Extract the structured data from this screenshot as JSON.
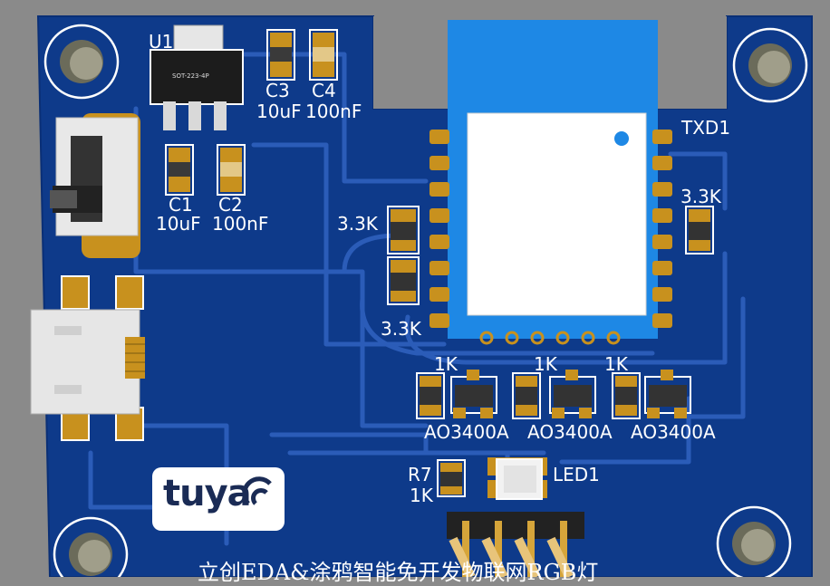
{
  "colors": {
    "board": "#0e3a8a",
    "board_edge": "#0a2f76",
    "trace": "#2b5cb8",
    "pad_gold": "#c8911e",
    "pad_light": "#e8c47a",
    "silkscreen": "#ffffff",
    "module_blue": "#1e88e5",
    "background": "#8a8a8a"
  },
  "components": {
    "u1": {
      "ref": "U1",
      "package": "SOT-223-4P"
    },
    "c1": {
      "ref": "C1",
      "value": "10uF"
    },
    "c2": {
      "ref": "C2",
      "value": "100nF"
    },
    "c3": {
      "ref": "C3",
      "value": "10uF"
    },
    "c4": {
      "ref": "C4",
      "value": "100nF"
    },
    "txd": {
      "ref": "TXD1"
    },
    "r_right": {
      "value": "3.3K"
    },
    "r_left_top": {
      "value": "3.3K"
    },
    "r_left_bottom": {
      "value": "3.3K"
    },
    "r_1k_a": {
      "value": "1K"
    },
    "r_1k_b": {
      "value": "1K"
    },
    "r_1k_c": {
      "value": "1K"
    },
    "q_a": {
      "value": "AO3400A"
    },
    "q_b": {
      "value": "AO3400A"
    },
    "q_c": {
      "value": "AO3400A"
    },
    "r7": {
      "ref": "R7",
      "value": "1K"
    },
    "led1": {
      "ref": "LED1"
    }
  },
  "logo_text": "tuya",
  "slogan": "立创EDA&涂鸦智能免开发物联网RGB灯"
}
